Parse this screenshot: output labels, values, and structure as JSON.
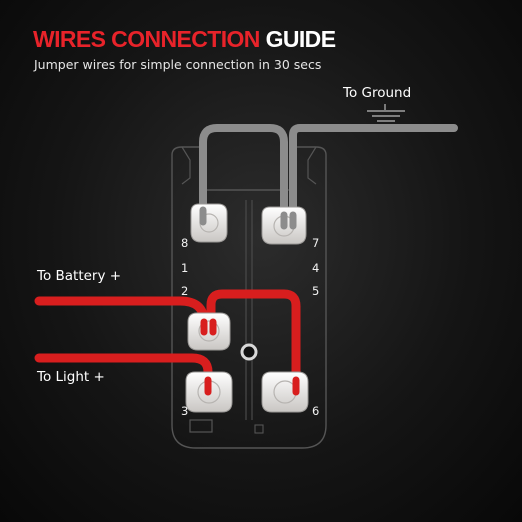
{
  "title": {
    "part1": "WIRES CONNECTION",
    "part2": "GUIDE"
  },
  "subtitle": "Jumper wires for simple connection in 30 secs",
  "labels": {
    "ground": "To  Ground",
    "battery": "To  Battery  +",
    "light": "To  Light  +"
  },
  "pins": [
    "8",
    "1",
    "2",
    "3",
    "7",
    "4",
    "5",
    "6"
  ],
  "colors": {
    "title_red": "#e8232a",
    "wire_red": "#d81e1e",
    "wire_gray": "#8c8c8c",
    "terminal": "#f0eeec"
  }
}
